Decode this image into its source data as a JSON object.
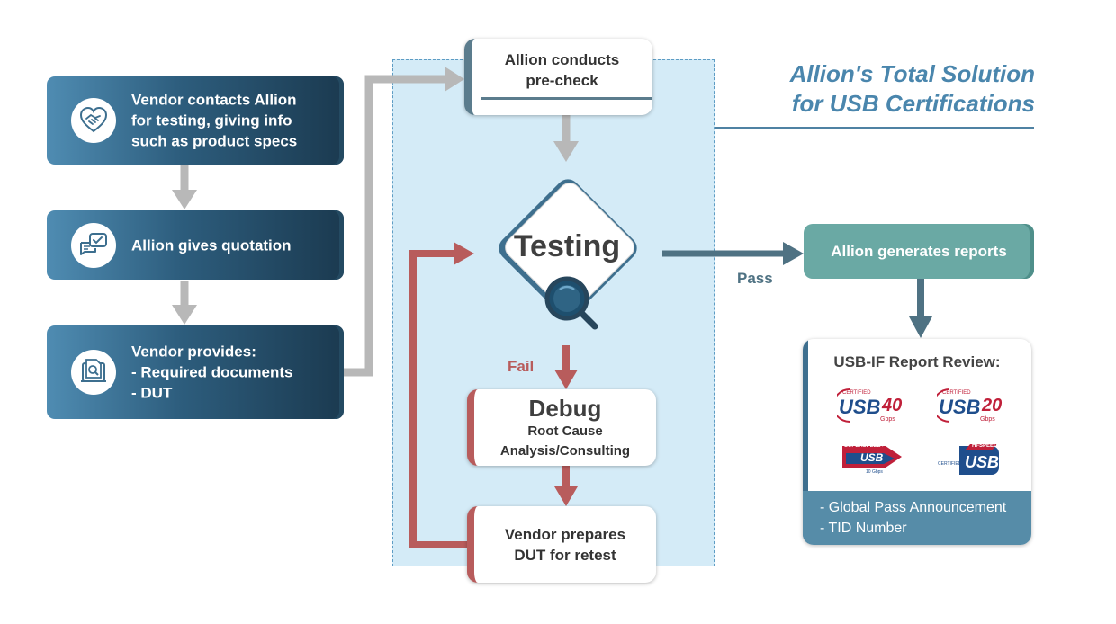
{
  "title": {
    "line1": "Allion's Total Solution",
    "line2": "for USB Certifications"
  },
  "steps": {
    "vendor_contacts": {
      "icon": "handshake-icon",
      "lines": [
        "Vendor contacts Allion",
        "for testing, giving info",
        "such as product specs"
      ]
    },
    "quotation": {
      "icon": "chat-check-icon",
      "lines": [
        "Allion gives quotation"
      ]
    },
    "vendor_provides": {
      "icon": "document-search-icon",
      "lines": [
        "Vendor provides:",
        "-  Required documents",
        "-  DUT"
      ]
    },
    "precheck": {
      "lines": [
        "Allion conducts",
        "pre-check"
      ]
    },
    "testing": {
      "label": "Testing",
      "icon": "magnifier-icon"
    },
    "debug": {
      "title": "Debug",
      "lines": [
        "Root Cause",
        "Analysis/Consulting"
      ]
    },
    "retest": {
      "lines": [
        "Vendor prepares",
        "DUT for retest"
      ]
    },
    "reports": {
      "label": "Allion generates reports"
    },
    "review": {
      "title": "USB-IF Report Review:",
      "items": [
        "- Global Pass Announcement",
        "- TID Number"
      ],
      "logos": [
        {
          "name": "usb40-logo",
          "top": "CERTIFIED",
          "main": "USB",
          "num": "40",
          "unit": "Gbps"
        },
        {
          "name": "usb20-logo",
          "top": "CERTIFIED",
          "main": "USB",
          "num": "20",
          "unit": "Gbps"
        },
        {
          "name": "superspeed-usb-logo",
          "top": "SUPERSPEED+",
          "main": "USB",
          "unit": "10 Gbps"
        },
        {
          "name": "hispeed-usb-logo",
          "top": "HI-SPEED",
          "left": "CERTIFIED",
          "main": "USB"
        }
      ]
    }
  },
  "labels": {
    "pass": "Pass",
    "fail": "Fail"
  },
  "colors": {
    "navy": "#1b3a50",
    "teal": "#6aa9a4",
    "red": "#b85c5c",
    "gray_arrow": "#b8b8b8",
    "slate_arrow": "#4f7283",
    "panel_fill": "#d4ebf7",
    "panel_border": "#5d9cc4",
    "title": "#4a86ad"
  }
}
